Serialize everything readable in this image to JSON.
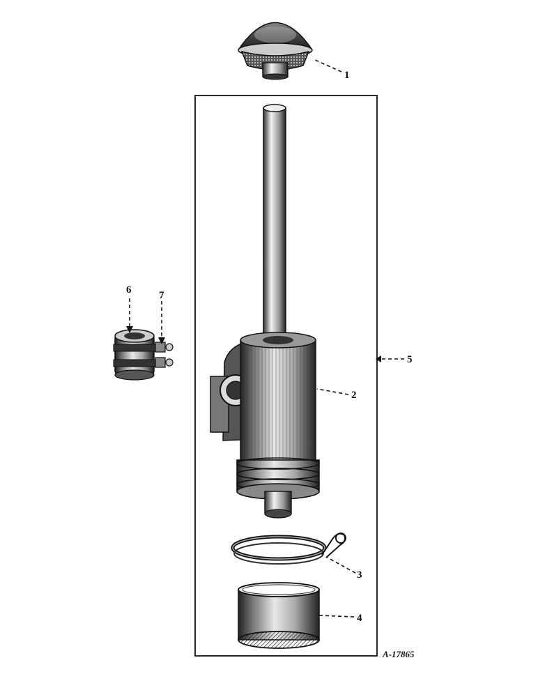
{
  "callouts": [
    {
      "number": "1",
      "part": "air cleaner cap"
    },
    {
      "number": "2",
      "part": "air cleaner body"
    },
    {
      "number": "3",
      "part": "clamp"
    },
    {
      "number": "4",
      "part": "oil cup"
    },
    {
      "number": "5",
      "part": "air cleaner assembly"
    },
    {
      "number": "6",
      "part": "hose"
    },
    {
      "number": "7",
      "part": "hose clamp"
    }
  ],
  "reference_code": "A-17865"
}
